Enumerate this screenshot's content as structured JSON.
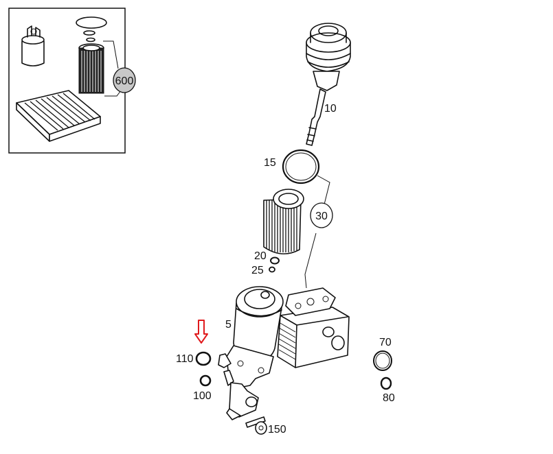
{
  "inset": {
    "callout": "600"
  },
  "labels": {
    "p10": "10",
    "p15": "15",
    "p30": "30",
    "p20": "20",
    "p25": "25",
    "p5": "5",
    "p110": "110",
    "p100": "100",
    "p70": "70",
    "p80": "80",
    "p150": "150"
  },
  "highlight": {
    "target_part": "110",
    "arrow_color": "#e0191c"
  },
  "colors": {
    "line": "#111111",
    "callout_fill": "#c8c8c8"
  }
}
